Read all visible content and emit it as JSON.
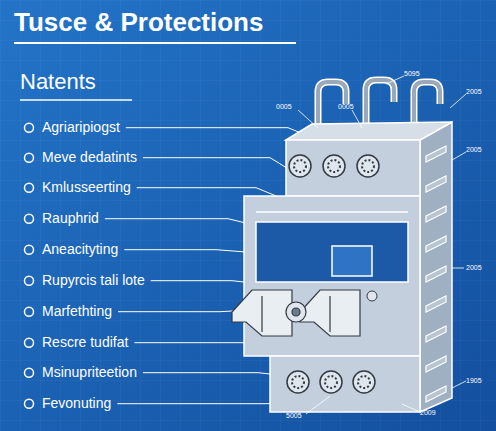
{
  "diagram": {
    "title": "Tusce & Protections",
    "labels": [
      "Natents",
      "Agriaripiogst",
      "Meve dedatints",
      "Kmlusseerting",
      "Rauphrid",
      "Aneacityting",
      "Rupyrcis tali lote",
      "Marfethting",
      "Rescre tudifat",
      "Msinupriteetion",
      "Fevonuting",
      "0005",
      "5095",
      "0005",
      "2005",
      "2005",
      "2005",
      "1905",
      "5005",
      "2009"
    ]
  }
}
